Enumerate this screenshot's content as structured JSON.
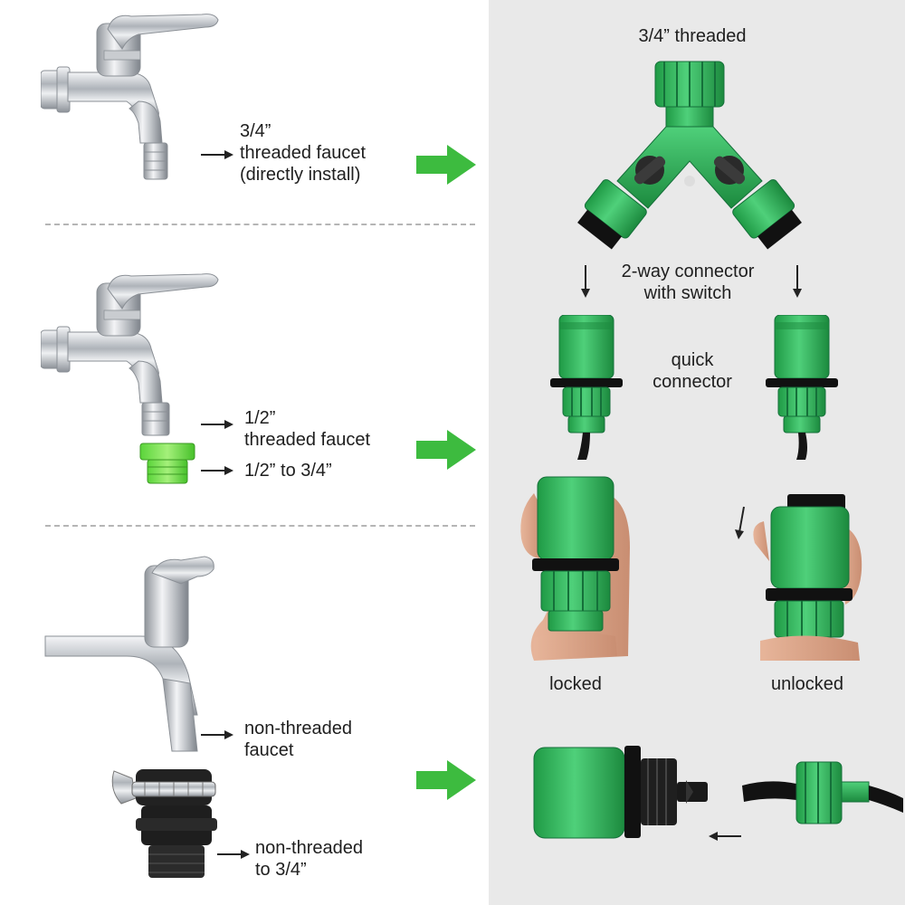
{
  "colors": {
    "accent_green": "#3dbb3f",
    "connector_green": "#2fb45a",
    "chrome": "#c7cbd0",
    "right_panel_bg": "#e9e9e9",
    "divider": "#b5b5b5"
  },
  "left": {
    "faucet1": {
      "line1": "3/4”",
      "line2": "threaded faucet",
      "line3": "(directly install)"
    },
    "faucet2": {
      "line1": "1/2”",
      "line2": "threaded faucet",
      "adapter": "1/2” to 3/4”"
    },
    "faucet3": {
      "line1": "non-threaded",
      "line2": "faucet",
      "adapter_line1": "non-threaded",
      "adapter_line2": "to 3/4”"
    }
  },
  "right": {
    "top_title": "3/4” threaded",
    "splitter_line1": "2-way connector",
    "splitter_line2": "with switch",
    "quick_line1": "quick",
    "quick_line2": "connector",
    "locked": "locked",
    "unlocked": "unlocked"
  },
  "icons": [
    "faucet-icon",
    "y-splitter-icon",
    "quick-connector-icon",
    "hose-connector-icon",
    "arrow-right-icon",
    "arrow-down-icon",
    "hand-icon",
    "adapter-icon",
    "clamp-adapter-icon"
  ]
}
